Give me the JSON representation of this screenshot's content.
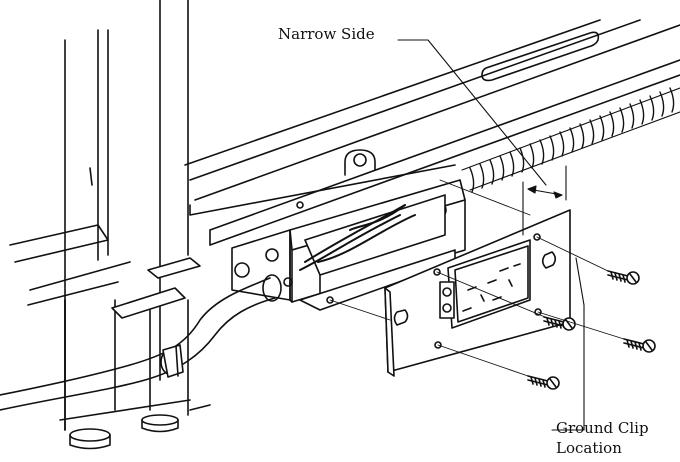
{
  "labels": {
    "narrow_side": "Narrow Side",
    "ground_clip_line1": "Ground Clip",
    "ground_clip_line2": "Location"
  }
}
